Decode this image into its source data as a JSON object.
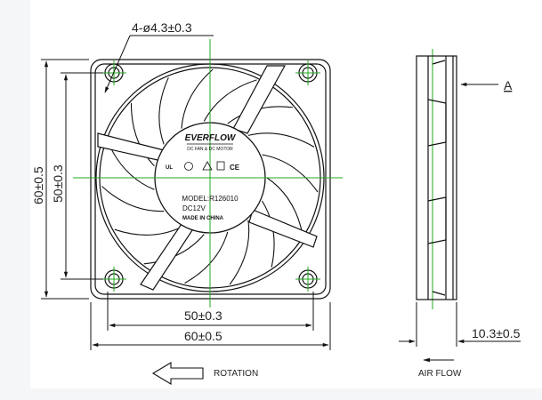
{
  "hole_callout": "4-ø4.3±0.3",
  "dim_outer_vertical": "60±0.5",
  "dim_inner_vertical": "50±0.3",
  "dim_inner_horizontal": "50±0.3",
  "dim_outer_horizontal": "60±0.5",
  "dim_thickness": "10.3±0.5",
  "label_rotation": "ROTATION",
  "label_airflow": "AIR FLOW",
  "side_view_marker": "A",
  "hub": {
    "brand": "EVERFLOW",
    "tagline": "DC FAN & DC MOTOR",
    "ul_mark": "UL",
    "ce_mark": "CE",
    "model": "MODEL:R126010",
    "voltage": "DC12V",
    "origin": "MADE IN CHINA"
  },
  "colors": {
    "line": "#111111",
    "centerline": "#22aa22",
    "background": "#ffffff"
  }
}
